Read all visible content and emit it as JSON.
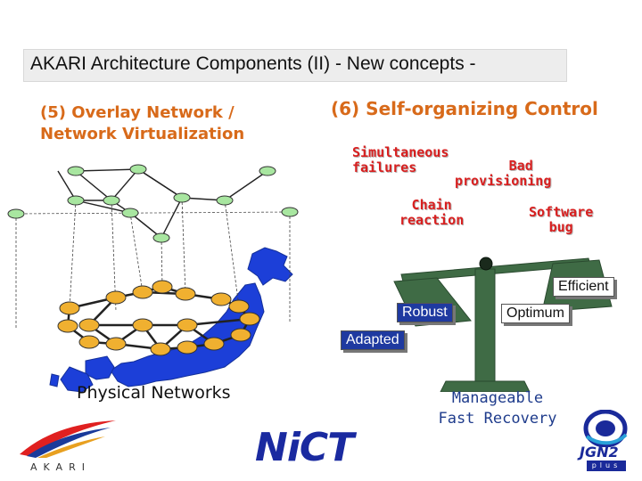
{
  "title": "AKARI Architecture Components (II) - New concepts -",
  "left_heading": [
    "(5) Overlay Network /",
    "Network Virtualization"
  ],
  "right_heading": "(6) Self-organizing Control",
  "issues": {
    "simultaneous_failures": [
      "Simultaneous",
      "failures"
    ],
    "bad_provisioning": [
      "Bad",
      "provisioning"
    ],
    "chain_reaction": [
      "Chain",
      "reaction"
    ],
    "software_bug": [
      "Software",
      "bug"
    ]
  },
  "balance_labels": {
    "efficient": "Efficient",
    "robust": "Robust",
    "optimum": "Optimum",
    "adapted": "Adapted"
  },
  "physical_networks": "Physical Networks",
  "outcomes": [
    "Manageable",
    "Fast Recovery"
  ],
  "logos": {
    "akari": "AKARI",
    "nict": "NiCT",
    "jgn2": "JGN2",
    "jgn2_sub": "plus"
  },
  "colors": {
    "accent_orange": "#d86a1a",
    "alert_red": "#d82020",
    "balance_green": "#3f6b45",
    "overlay_node": "#a8e6a0",
    "physical_node": "#f0b030",
    "map_blue": "#1c3fd8",
    "text_navy": "#1f3c8c"
  }
}
